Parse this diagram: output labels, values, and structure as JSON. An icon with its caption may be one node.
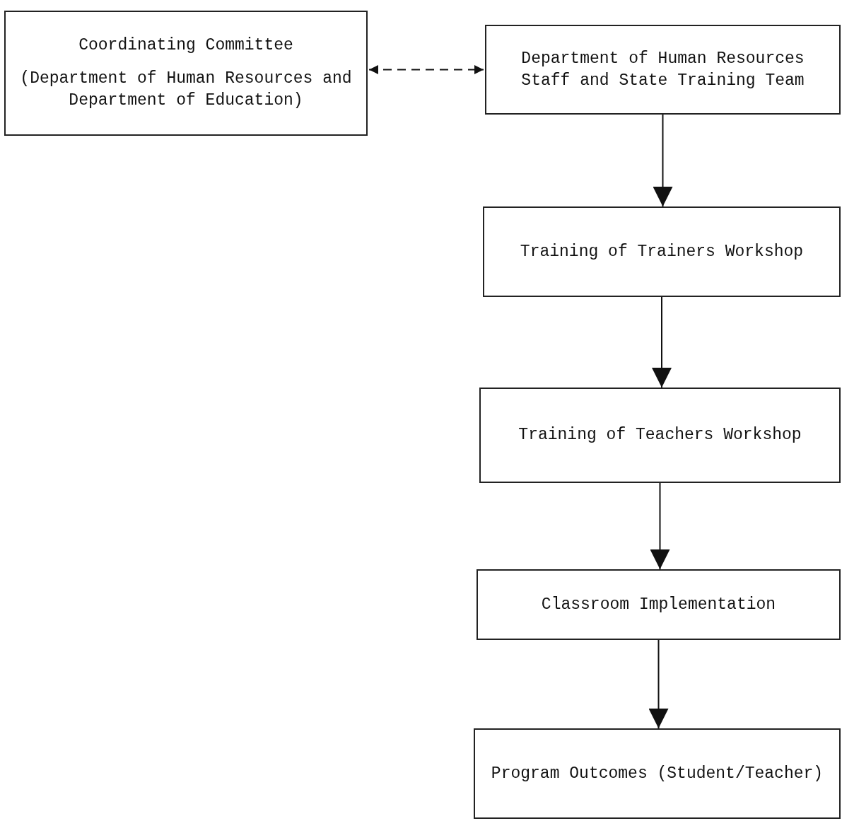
{
  "diagram": {
    "nodes": [
      {
        "text": [
          "Coordinating Committee",
          "(Department of Human Resources and Department of Education)"
        ]
      },
      {
        "text": [
          "Department of Human Resources Staff and State Training Team"
        ]
      },
      {
        "text": [
          "Training of Trainers Workshop"
        ]
      },
      {
        "text": [
          "Training of Teachers Workshop"
        ]
      },
      {
        "text": [
          "Classroom Implementation"
        ]
      },
      {
        "text": [
          "Program Outcomes (Student/Teacher)"
        ]
      }
    ],
    "edges": [
      {
        "from": 0,
        "to": 1,
        "arrow": "both",
        "style": "dashed"
      },
      {
        "from": 1,
        "to": 2,
        "arrow": "to"
      },
      {
        "from": 2,
        "to": 3,
        "arrow": "to"
      },
      {
        "from": 3,
        "to": 4,
        "arrow": "to"
      },
      {
        "from": 4,
        "to": 5,
        "arrow": "to"
      }
    ]
  }
}
